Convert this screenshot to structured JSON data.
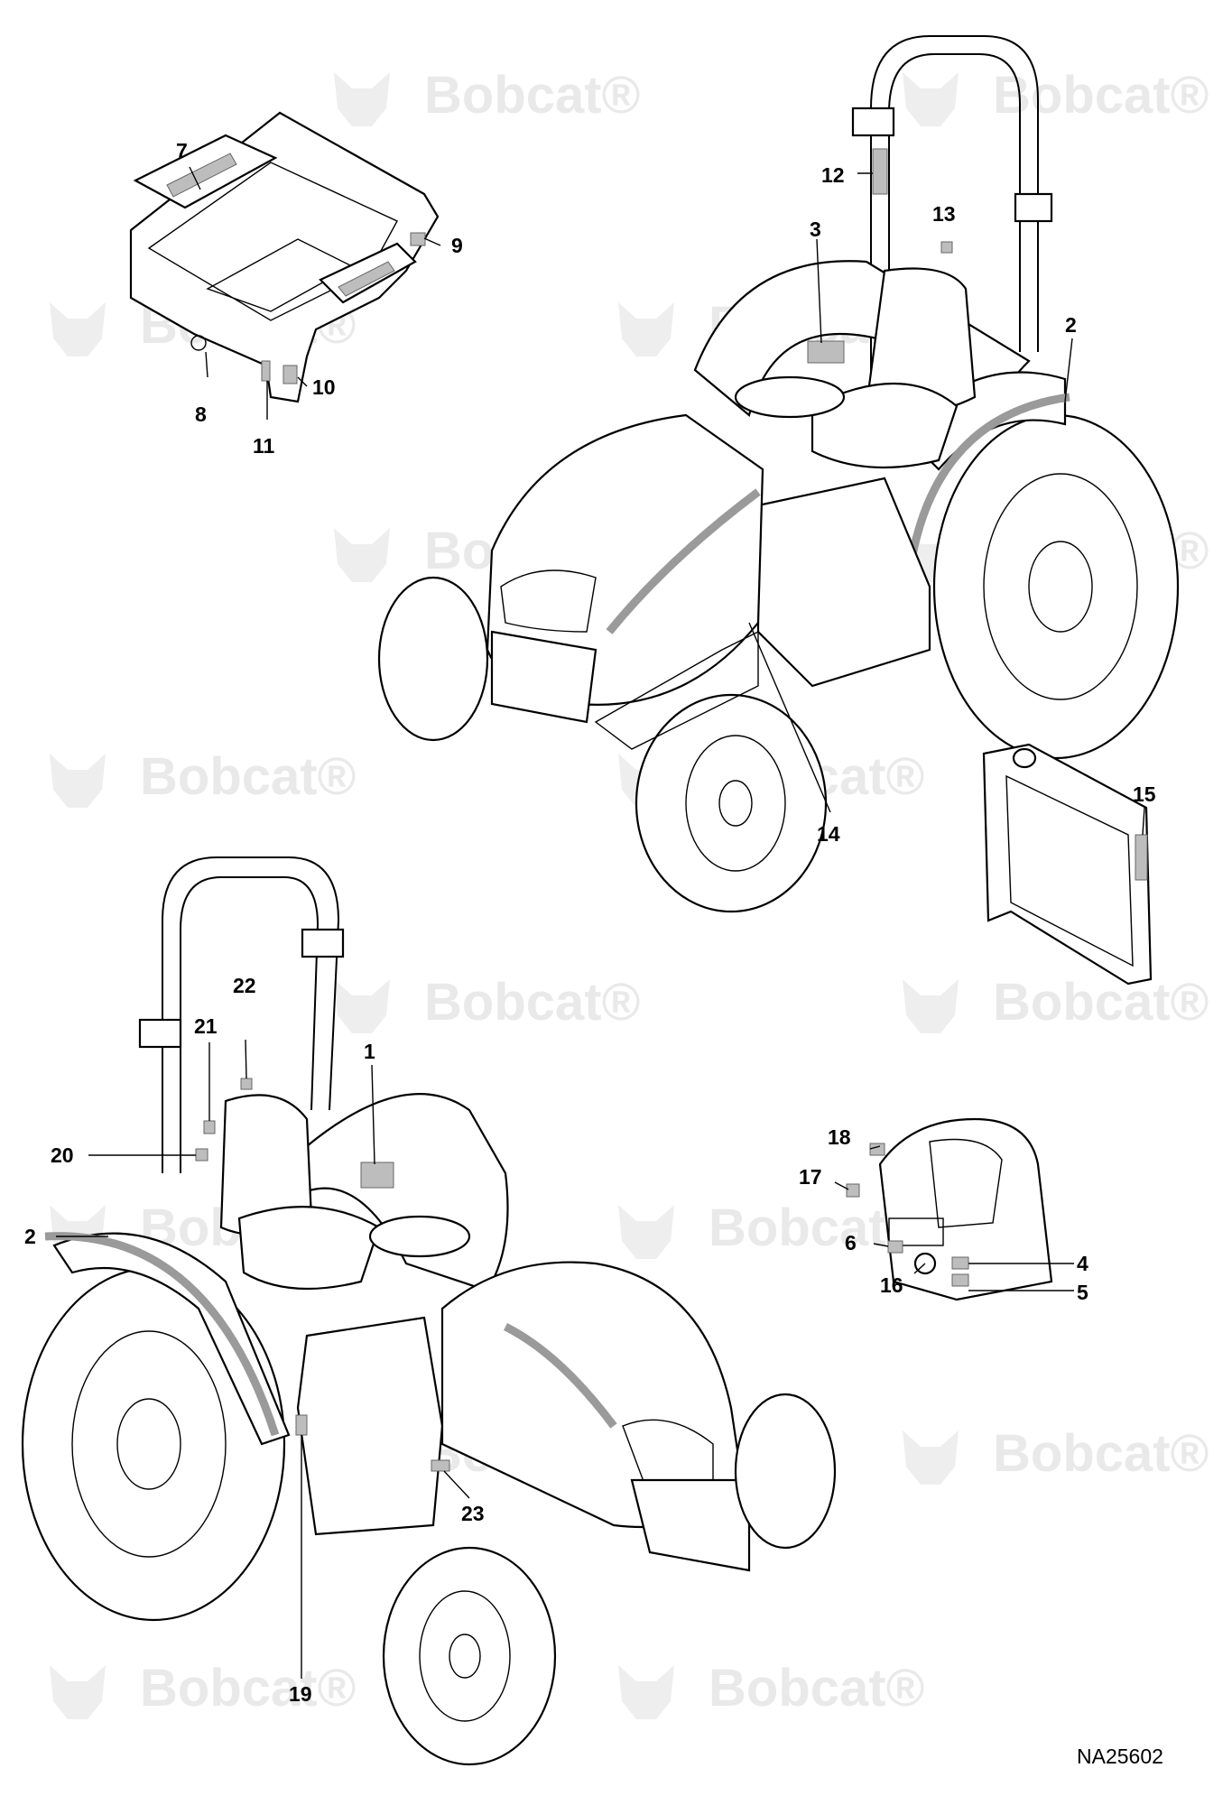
{
  "watermark": {
    "brand": "Bobcat",
    "mark": "®"
  },
  "reference_code": "NA25602",
  "callouts": {
    "c1": "1",
    "c2a": "2",
    "c2b": "2",
    "c3": "3",
    "c4": "4",
    "c5": "5",
    "c6": "6",
    "c7": "7",
    "c8": "8",
    "c9": "9",
    "c10": "10",
    "c11": "11",
    "c12": "12",
    "c13": "13",
    "c14": "14",
    "c15": "15",
    "c16": "16",
    "c17": "17",
    "c18": "18",
    "c19": "19",
    "c20": "20",
    "c21": "21",
    "c22": "22",
    "c23": "23"
  },
  "colors": {
    "line": "#000000",
    "decal": "#bdbdbd",
    "watermark": "#e9e9e9",
    "background": "#ffffff"
  }
}
